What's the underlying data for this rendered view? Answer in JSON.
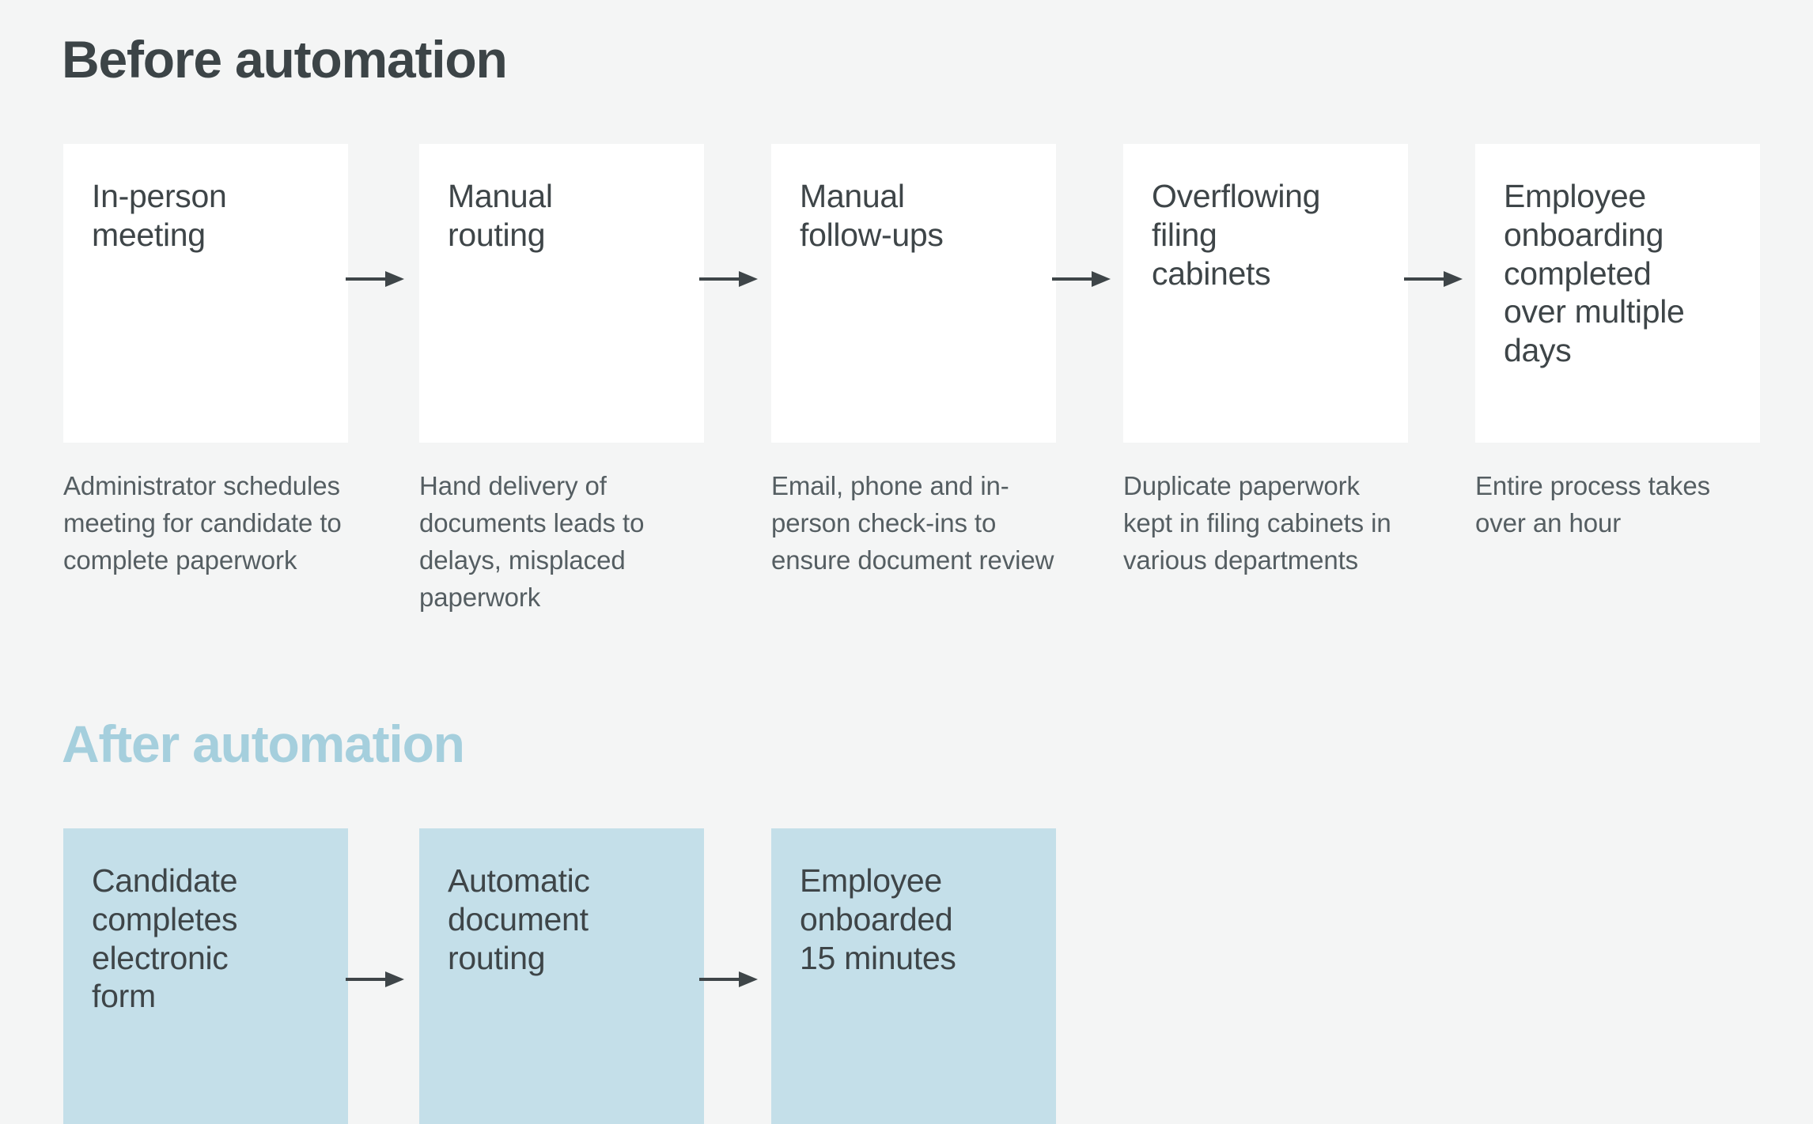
{
  "page": {
    "background_color": "#f4f5f5",
    "heading_color_before": "#3c4447",
    "heading_color_after": "#a5cfdd",
    "box_color_before": "#ffffff",
    "box_color_after": "#c4dfe9",
    "text_color": "#3e4548",
    "caption_color": "#555e62",
    "arrow_color": "#3e4548"
  },
  "sections": [
    {
      "id": "before",
      "heading": "Before automation",
      "arrow_icon": "arrow-right-icon",
      "steps": [
        {
          "title": "In-person\nmeeting",
          "caption": "Administrator schedules meeting for candidate to complete paperwork"
        },
        {
          "title": "Manual\nrouting",
          "caption": "Hand delivery of documents leads to delays, misplaced paperwork"
        },
        {
          "title": "Manual\nfollow-ups",
          "caption": "Email, phone and in-person check-ins to ensure document review"
        },
        {
          "title": "Overflowing\nfiling\ncabinets",
          "caption": "Duplicate paperwork kept in filing cabinets in various departments"
        },
        {
          "title": "Employee\nonboarding\ncompleted\nover multiple\ndays",
          "caption": "Entire process takes over an hour"
        }
      ]
    },
    {
      "id": "after",
      "heading": "After automation",
      "arrow_icon": "arrow-right-icon",
      "steps": [
        {
          "title": "Candidate\ncompletes\nelectronic\nform",
          "caption": ""
        },
        {
          "title": "Automatic\ndocument\nrouting",
          "caption": ""
        },
        {
          "title": "Employee\nonboarded\n15 minutes",
          "caption": ""
        }
      ]
    }
  ]
}
